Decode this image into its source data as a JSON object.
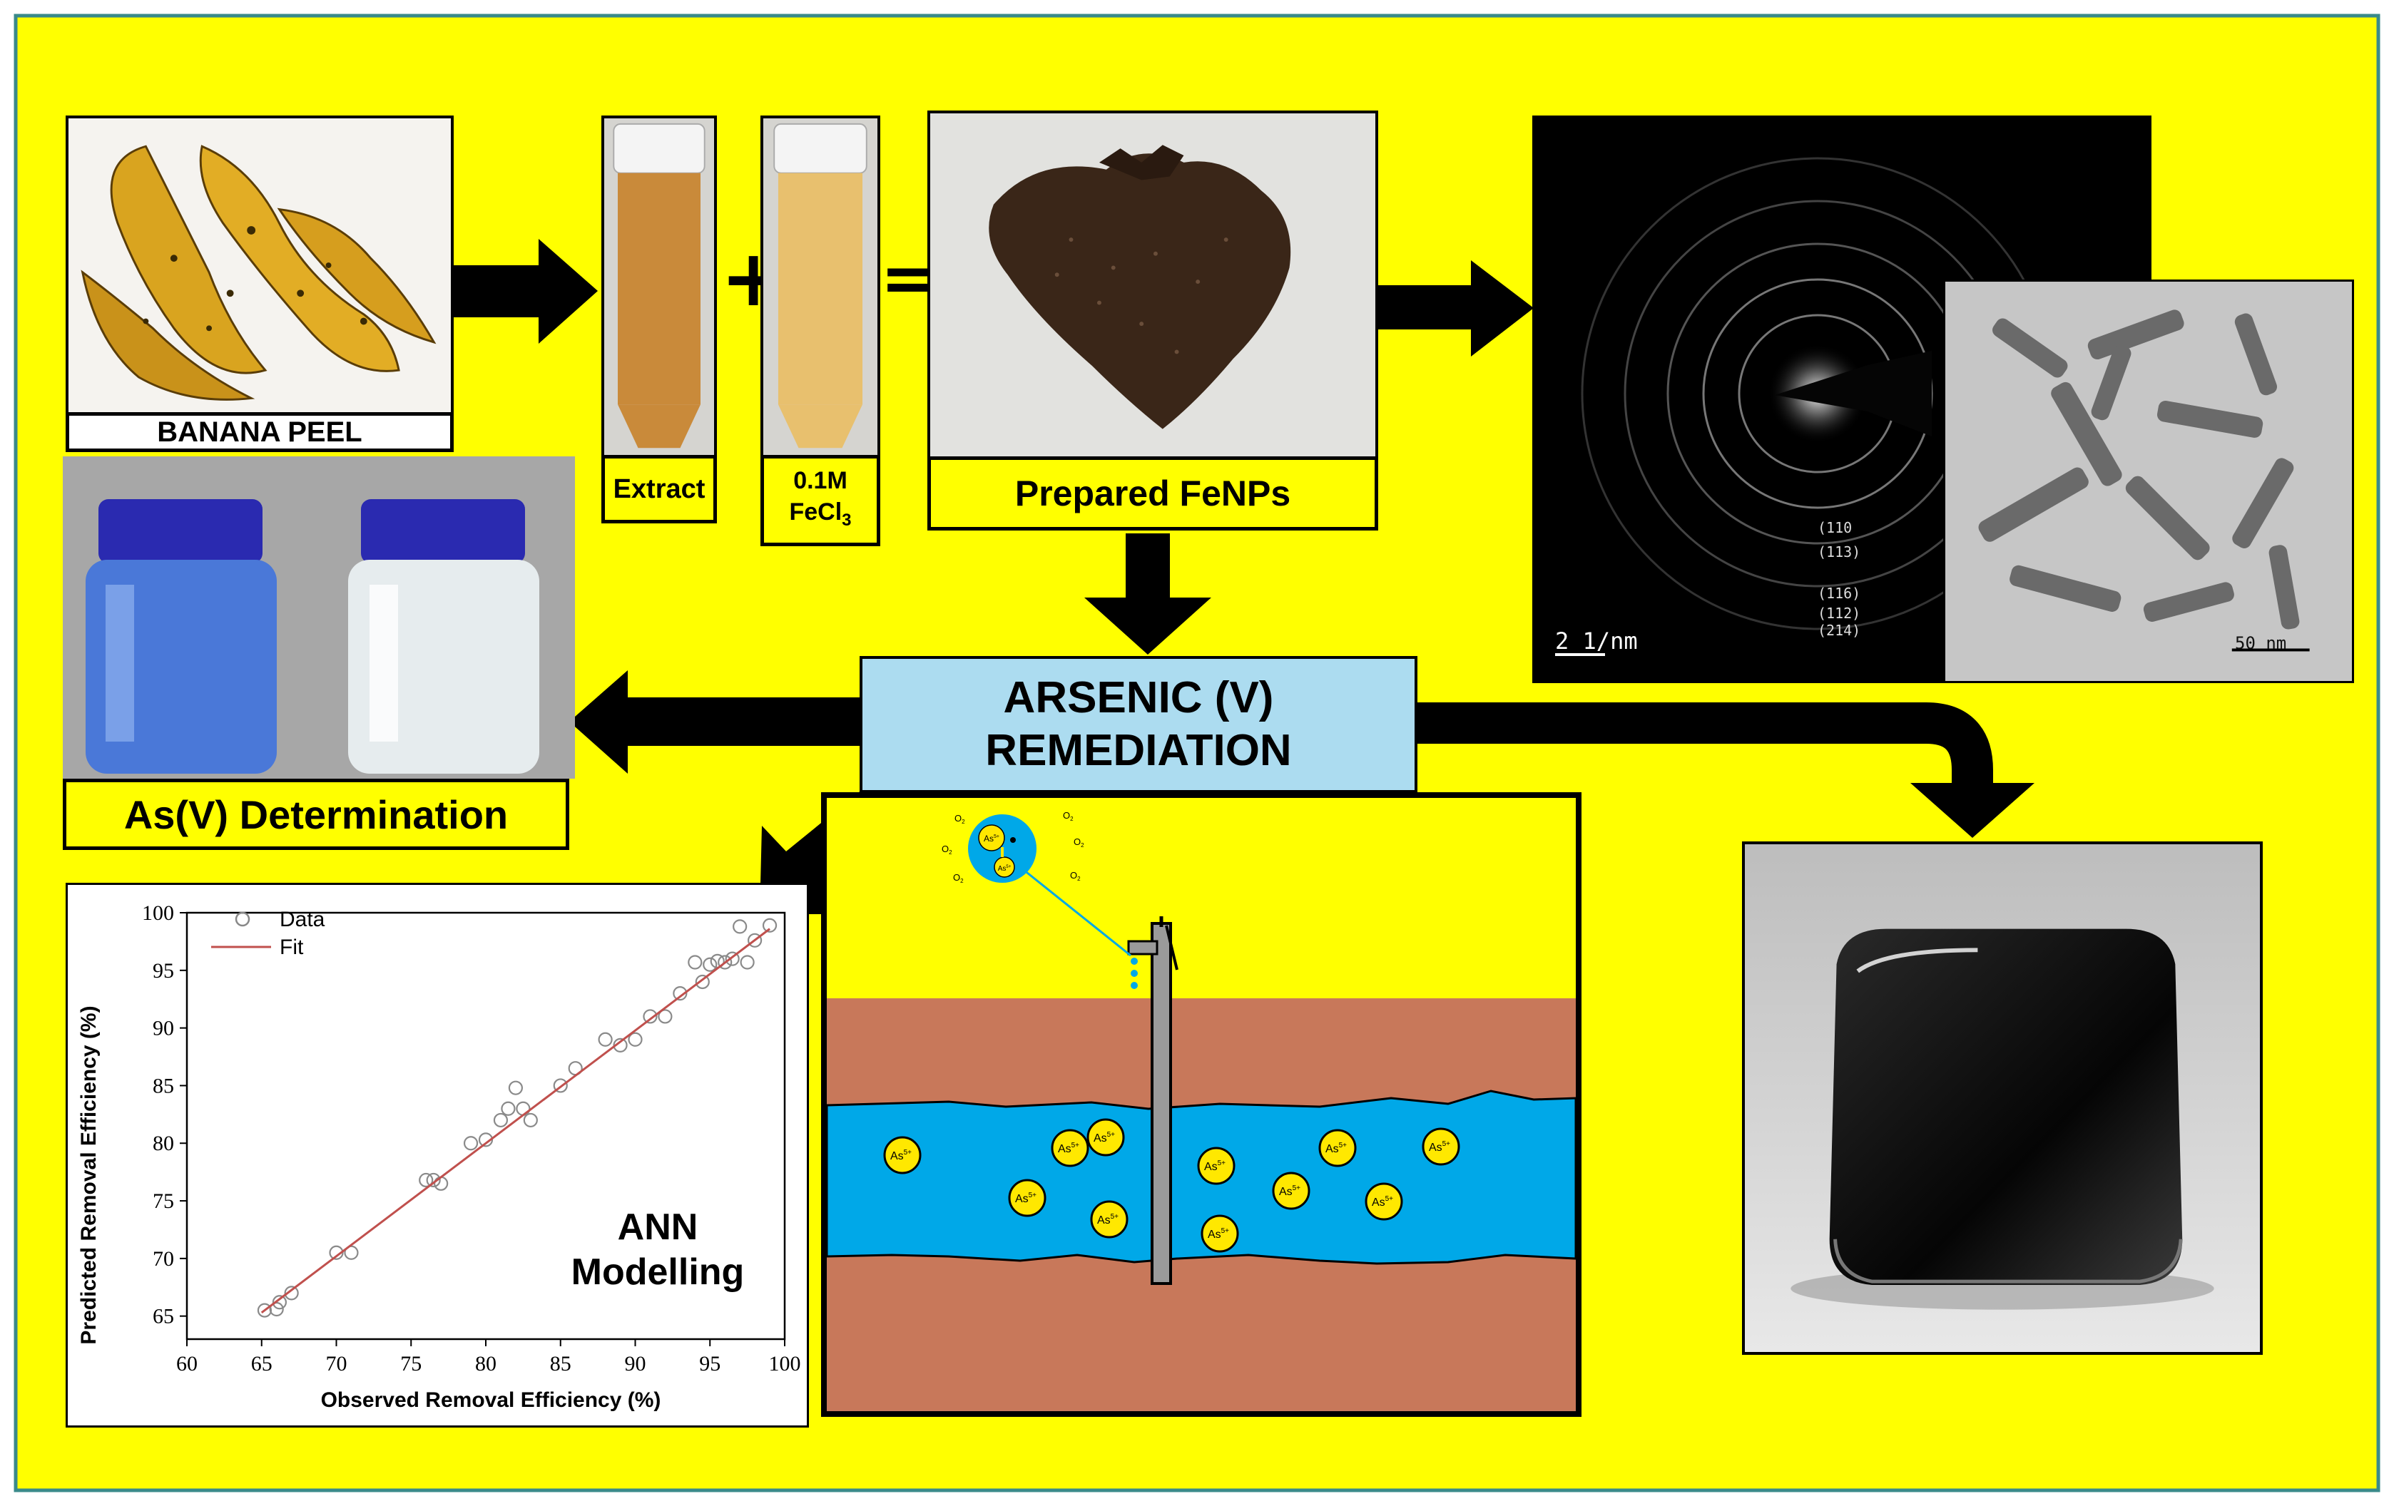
{
  "colors": {
    "background": "#ffff00",
    "frame": "#3a8a8a",
    "soil": "#c8785a",
    "groundwater": "#00a8e8",
    "arsenic_particle": "#ffe800",
    "remediation_box": "#acdcf0",
    "fit_line": "#c0504d"
  },
  "labels": {
    "banana_peel": "BANANA PEEL",
    "extract": "Extract",
    "fecl3_top": "0.1M",
    "fecl3_bottom": "FeCl",
    "fecl3_sub": "3",
    "prepared": "Prepared FeNPs",
    "remediation_line1": "ARSENIC (V)",
    "remediation_line2": "REMEDIATION",
    "determination": "As(V) Determination",
    "ann_line1": "ANN",
    "ann_line2": "Modelling"
  },
  "symbols": {
    "plus": "+",
    "equals": "="
  },
  "saed": {
    "scale": "2 1/nm",
    "planes": [
      "(110",
      "(113)",
      "(116)",
      "(112)",
      "(214)"
    ]
  },
  "tem": {
    "scale": "50 nm"
  },
  "droplet": {
    "o2": "O",
    "o2_sub": "2",
    "as_label": "As",
    "as_sup": "5+"
  },
  "groundwater_particle_label": "As",
  "groundwater_particle_sup": "5+",
  "chart_data": {
    "type": "scatter",
    "xlabel": "Observed Removal Efficiency (%)",
    "ylabel": "Predicted Removal Efficiency (%)",
    "xlim": [
      60,
      100
    ],
    "ylim": [
      63,
      100
    ],
    "xticks": [
      60,
      65,
      70,
      75,
      80,
      85,
      90,
      95,
      100
    ],
    "yticks": [
      65,
      70,
      75,
      80,
      85,
      90,
      95,
      100
    ],
    "legend": {
      "position": "top-left",
      "entries": [
        "Data",
        "Fit"
      ]
    },
    "series": [
      {
        "name": "Data",
        "style": "open-circle",
        "x": [
          65.2,
          66.0,
          66.2,
          67.0,
          70.0,
          71.0,
          76.0,
          76.5,
          77.0,
          79.0,
          80.0,
          81.0,
          81.5,
          82.0,
          82.5,
          83.0,
          85.0,
          86.0,
          88.0,
          89.0,
          90.0,
          91.0,
          92.0,
          93.0,
          94.0,
          94.5,
          95.0,
          95.5,
          96.0,
          96.5,
          97.0,
          97.5,
          98.0,
          99.0
        ],
        "y": [
          65.5,
          65.6,
          66.2,
          67.0,
          70.5,
          70.5,
          76.8,
          76.8,
          76.5,
          80.0,
          80.3,
          82.0,
          83.0,
          84.8,
          83.0,
          82.0,
          85.0,
          86.5,
          89.0,
          88.5,
          89.0,
          91.0,
          91.0,
          93.0,
          95.7,
          94.0,
          95.5,
          95.8,
          95.7,
          96.0,
          98.8,
          95.7,
          97.6,
          98.9
        ]
      },
      {
        "name": "Fit",
        "style": "line",
        "x": [
          65,
          99
        ],
        "y": [
          65.3,
          98.6
        ]
      }
    ]
  }
}
